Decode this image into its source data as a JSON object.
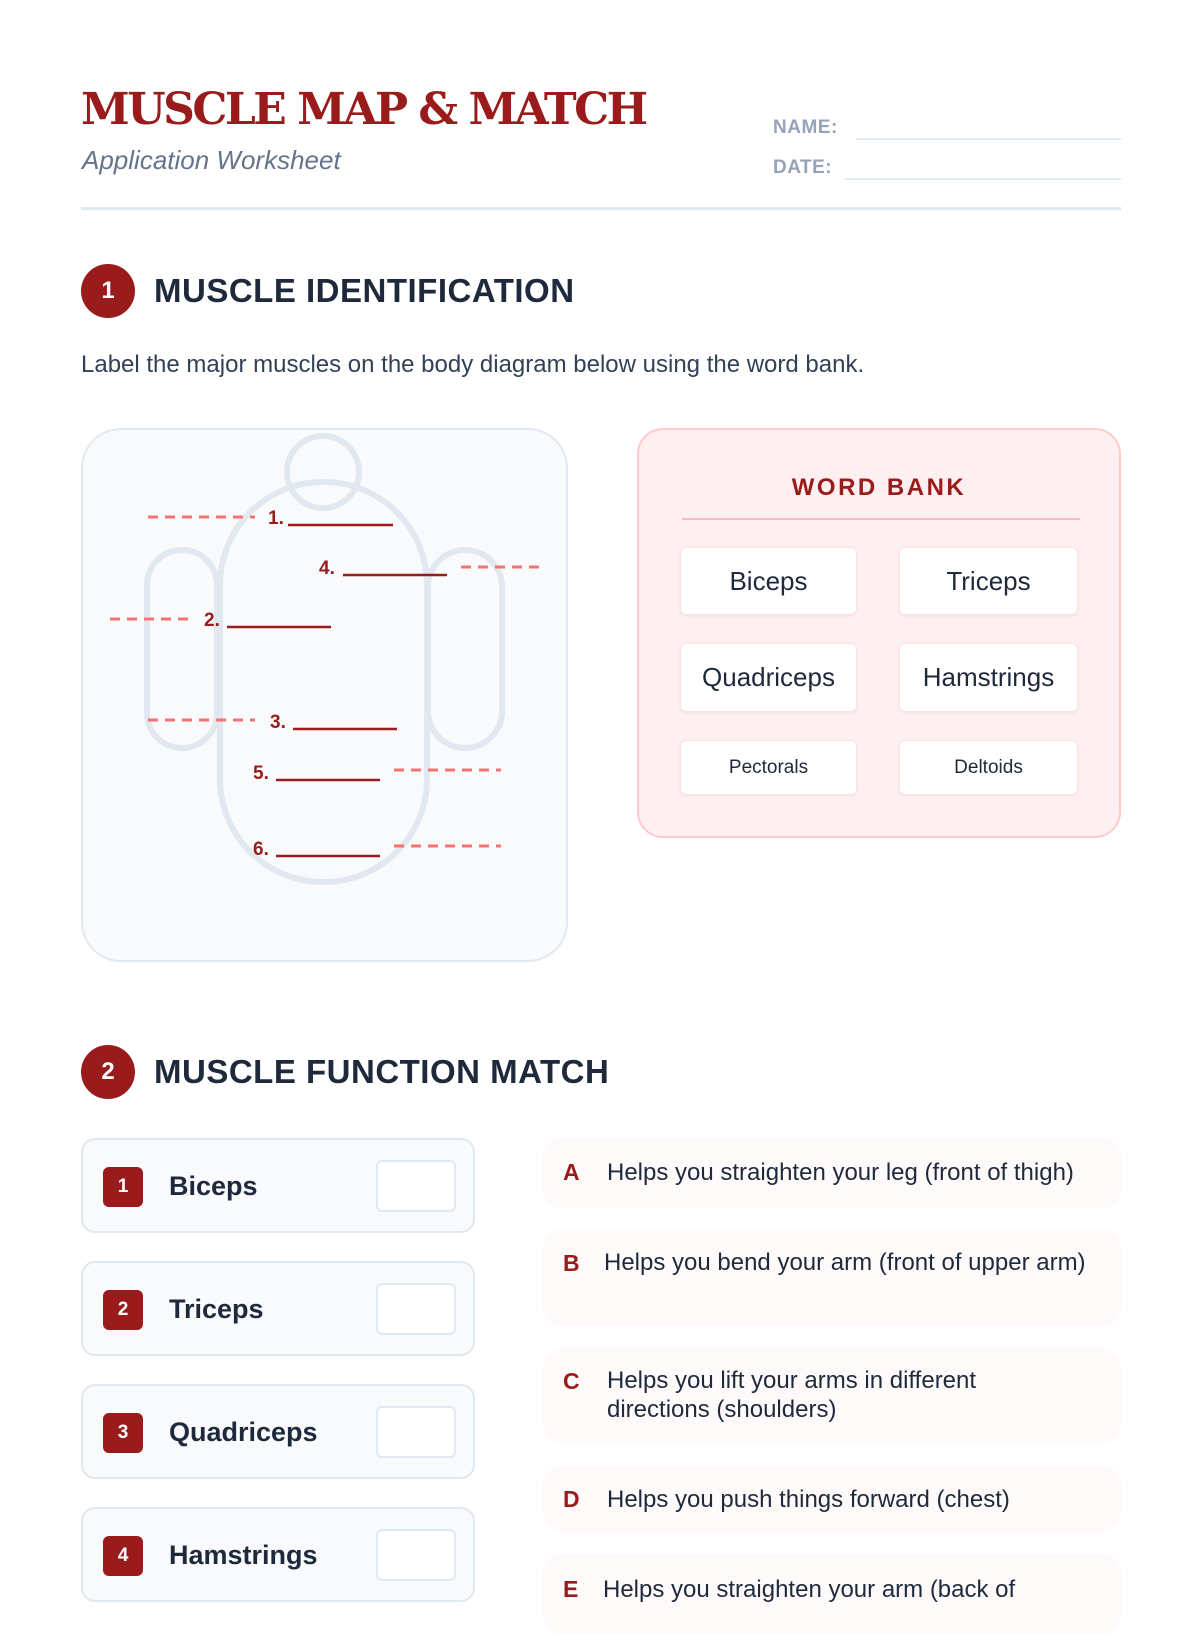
{
  "header": {
    "title": "MUSCLE MAP & MATCH",
    "subtitle": "Application Worksheet",
    "name_label": "NAME:",
    "date_label": "DATE:"
  },
  "section1": {
    "number": "1",
    "title": "MUSCLE IDENTIFICATION",
    "instruction": "Label the major muscles on the body diagram below using the word bank.",
    "labels": [
      "1.",
      "2.",
      "3.",
      "4.",
      "5.",
      "6."
    ],
    "word_bank": {
      "title": "WORD BANK",
      "words": [
        "Biceps",
        "Triceps",
        "Quadriceps",
        "Hamstrings",
        "Pectorals",
        "Deltoids"
      ]
    }
  },
  "section2": {
    "number": "2",
    "title": "MUSCLE FUNCTION MATCH",
    "muscles": [
      {
        "num": "1",
        "name": "Biceps"
      },
      {
        "num": "2",
        "name": "Triceps"
      },
      {
        "num": "3",
        "name": "Quadriceps"
      },
      {
        "num": "4",
        "name": "Hamstrings"
      }
    ],
    "functions": [
      {
        "letter": "A",
        "text": "Helps you straighten your leg (front of thigh)"
      },
      {
        "letter": "B",
        "text": "Helps you bend your arm (front of upper arm)"
      },
      {
        "letter": "C",
        "text": "Helps you lift your arms in different directions (shoulders)"
      },
      {
        "letter": "D",
        "text": "Helps you push things forward (chest)"
      },
      {
        "letter": "E",
        "text": "Helps you straighten your arm (back of"
      }
    ]
  },
  "colors": {
    "accent": "#991b1b",
    "dash": "#f87171",
    "outline": "#e2e8f0"
  }
}
